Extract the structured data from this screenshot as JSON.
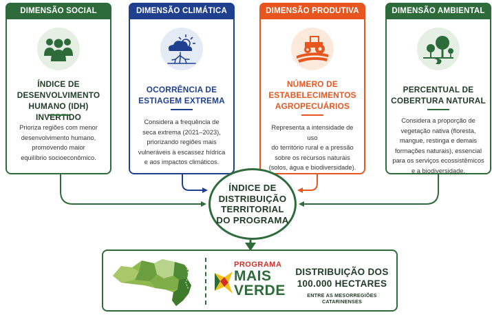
{
  "cards": [
    {
      "header": "DIMENSÃO SOCIAL",
      "title_lines": [
        "ÍNDICE DE",
        "DESENVOLVIMENTO",
        "HUMANO (IDH) INVERTIDO"
      ],
      "desc_lines": [
        "Prioriza regiões com menor",
        "desenvolvimento humano,",
        "promovendo maior",
        "equilíbrio socioeconômico."
      ],
      "icon": "people-group-icon",
      "accent": "#2e6b3a",
      "title_color": "#1f3b25",
      "icon_bg": "#e6efe4"
    },
    {
      "header": "DIMENSÃO CLIMÁTICA",
      "title_lines": [
        "OCORRÊNCIA DE",
        "ESTIAGEM EXTREMA"
      ],
      "desc_lines": [
        "Considera a frequência de",
        "seca extrema (2021–2023),",
        "priorizando regiões mais",
        "vulneráveis à escassez hídrica",
        "e aos impactos climáticos."
      ],
      "icon": "drought-cloud-icon",
      "accent": "#1f3f8f",
      "title_color": "#1f3f8f",
      "icon_bg": "#e4ebf5"
    },
    {
      "header": "DIMENSÃO PRODUTIVA",
      "title_lines": [
        "NÚMERO DE",
        "ESTABELECIMENTOS",
        "AGROPECUÁRIOS"
      ],
      "desc_lines": [
        "Representa a intensidade de uso",
        "do território rural e a pressão",
        "sobre os recursos naturais",
        "(solos, água e biodiversidade)."
      ],
      "icon": "tractor-field-icon",
      "accent": "#e8561f",
      "title_color": "#e8561f",
      "icon_bg": "#fbe9dc"
    },
    {
      "header": "DIMENSÃO AMBIENTAL",
      "title_lines": [
        "PERCENTUAL DE",
        "COBERTURA NATURAL"
      ],
      "desc_lines": [
        "Considera a proporção de",
        "vegetação nativa (floresta,",
        "mangue, restinga e demais",
        "formações naturais), essencial",
        "para os serviços ecossistêmicos",
        "e a biodiversidade."
      ],
      "icon": "trees-landscape-icon",
      "accent": "#2e6b3a",
      "title_color": "#1f3b25",
      "icon_bg": "#e6efe4"
    }
  ],
  "center": {
    "lines": [
      "ÍNDICE DE",
      "DISTRIBUIÇÃO",
      "TERRITORIAL",
      "DO PROGRAMA"
    ]
  },
  "bottom": {
    "logo_line1": "PROGRAMA",
    "logo_line2": "MAIS",
    "logo_line3": "VERDE",
    "headline_line1": "DISTRIBUIÇÃO DOS",
    "headline_line2": "100.000 HECTARES",
    "subline": "ENTRE AS MESORREGIÕES CATARINENSES",
    "map_icon": "santa-catarina-map-icon"
  },
  "colors": {
    "green_dark": "#2e6b3a",
    "blue": "#1f3f8f",
    "orange": "#e8561f",
    "logo_red": "#d42e2a",
    "logo_yellow": "#f2c21b"
  }
}
